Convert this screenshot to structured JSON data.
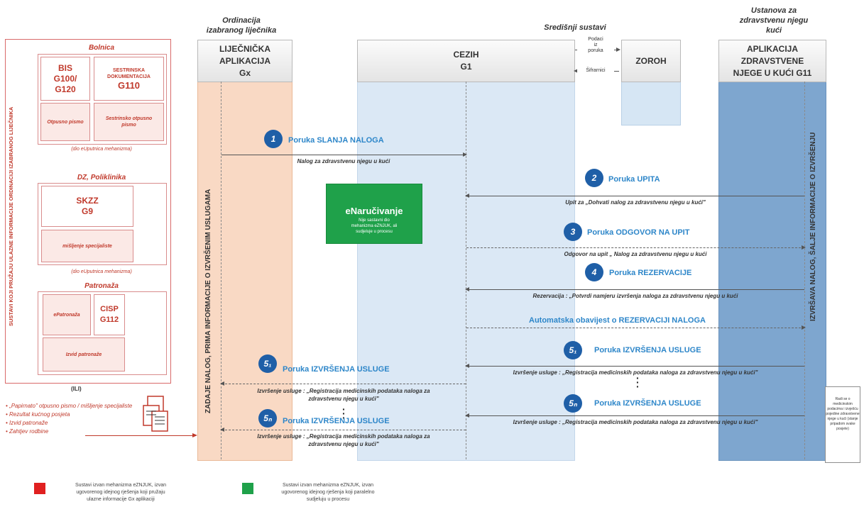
{
  "headers": {
    "ordinacija": "Ordinacija\nizabranog liječnika",
    "sredisnji": "Središnji sustavi",
    "ustanova": "Ustanova za\nzdravstvenu njegu\nkući"
  },
  "columns": {
    "gx": "LIJEČNIČKA\nAPLIKACIJA\nGx",
    "cezih": "CEZIH\nG1",
    "zoroh": "ZOROH",
    "g11": "APLIKACIJA\nZDRAVSTVENE\nNJEGE U KUĆI G11"
  },
  "zoroh_note": {
    "top": "Podaci\niz\nporuka",
    "bottom": "Šifrarnici"
  },
  "left_panel": {
    "vertical_text": "SUSTAVI KOJI PRUŽAJU ULAZNE INFORMACIJE ORDINACIJI IZABRANOG LIJEČNIKA",
    "bolnica_title": "Bolnica",
    "bis": "BIS\nG100/\nG120",
    "sestrinska": "SESTRINSKA\nDOKUMENTACIJA",
    "g110": "G110",
    "otpusno": "Otpusno pismo",
    "sestrinsko_otpusno": "Sestrinsko otpusno\npismo",
    "dio_euputnica_1": "(dio eUputnica mehanizma)",
    "dz_title": "DZ, Poliklinika",
    "skzz": "SKZZ\nG9",
    "misljenje": "mišljenje specijaliste",
    "dio_euputnica_2": "(dio eUputnica mehanizma)",
    "patronaza_title": "Patronaža",
    "epatronaza": "ePatronaža",
    "cisp": "CISP\nG112",
    "izvid": "Izvid patronaže",
    "ili": "(ILI)",
    "bullets": [
      "„Papirnato\" otpusno pismo / mišljenje specijaliste",
      "Rezultat kućnog posjeta",
      "Izvid patronaže",
      "Zahtjev rodbine"
    ]
  },
  "gx_vertical": "ZADAJE NALOG, PRIMA INFORMACIJE O IZVRŠENIM USLUGAMA",
  "g11_vertical": "IZVRŠAVA NALOG, ŠALJE INFORMACIJE O IZVRŠENJU",
  "enarucivanje": {
    "title": "eNaručivanje",
    "sub": "Nije sastavni dio mehanizma eZNJUK, ali sudjeluje u procesu"
  },
  "steps": [
    {
      "num": "1",
      "label": "Poruka SLANJA NALOGA",
      "caption": "Nalog za zdravstvenu njegu u kući"
    },
    {
      "num": "2",
      "label": "Poruka UPITA",
      "caption": "Upit za „Dohvati nalog za zdravstvenu njegu u kući\""
    },
    {
      "num": "3",
      "label": "Poruka ODGOVOR NA UPIT",
      "caption": "Odgovor na upit „ Nalog za zdravstvenu njegu u kući"
    },
    {
      "num": "4",
      "label": "Poruka REZERVACIJE",
      "caption": "Rezervacija : „Potvrdi namjeru izvršenja naloga za zdravstvenu njegu u kući"
    },
    {
      "num": "",
      "label": "Automatska obavijest o REZERVACIJI NALOGA",
      "caption": ""
    },
    {
      "num": "5₁",
      "label": "Poruka IZVRŠENJA USLUGE",
      "caption": "Izvršenje usluge : „Registracija medicinskih podataka naloga za zdravstvenu njegu u kući\""
    },
    {
      "num": "5ₙ",
      "label": "Poruka IZVRŠENJA USLUGE",
      "caption": "Izvršenje usluge : „Registracija medicinskih podataka naloga za zdravstvenu njegu u kući\""
    }
  ],
  "gx_steps": [
    {
      "num": "5₁",
      "label": "Poruka IZVRŠENJA USLUGE",
      "caption": "Izvršenje usluge : „Registracija medicinskih podataka naloga za\nzdravstvenu njegu u kući\""
    },
    {
      "num": "5ₙ",
      "label": "Poruka IZVRŠENJA USLUGE",
      "caption": "Izvršenje usluge : „Registracija medicinskih podataka naloga za\nzdravstvenu njegu u kući\""
    }
  ],
  "note_doc": "Radi se o medicinskim podacima i izvješću pojedine zdravstvene njege u kući (stanje pripadom svake posjete)",
  "legend": [
    {
      "color": "#e02020",
      "text": "Sustavi izvan mehanizma eZNJUK, izvan\nugovorenog idejnog rješenja koji pružaju\nulazne informacije Gx aplikaciji"
    },
    {
      "color": "#1fa14a",
      "text": "Sustavi izvan mehanizma eZNJUK, izvan\nugovorenog idejnog rješenja koji paralelno\nsudjeluju u procesu"
    }
  ],
  "colors": {
    "gx_lane": "#f9d9c4",
    "cezih_lane": "#d6e6f4",
    "g11_lane": "#7ea6cf",
    "step_blue": "#2d86c9",
    "circle": "#1f5fa7",
    "red": "#c0392b",
    "green": "#1fa14a"
  }
}
